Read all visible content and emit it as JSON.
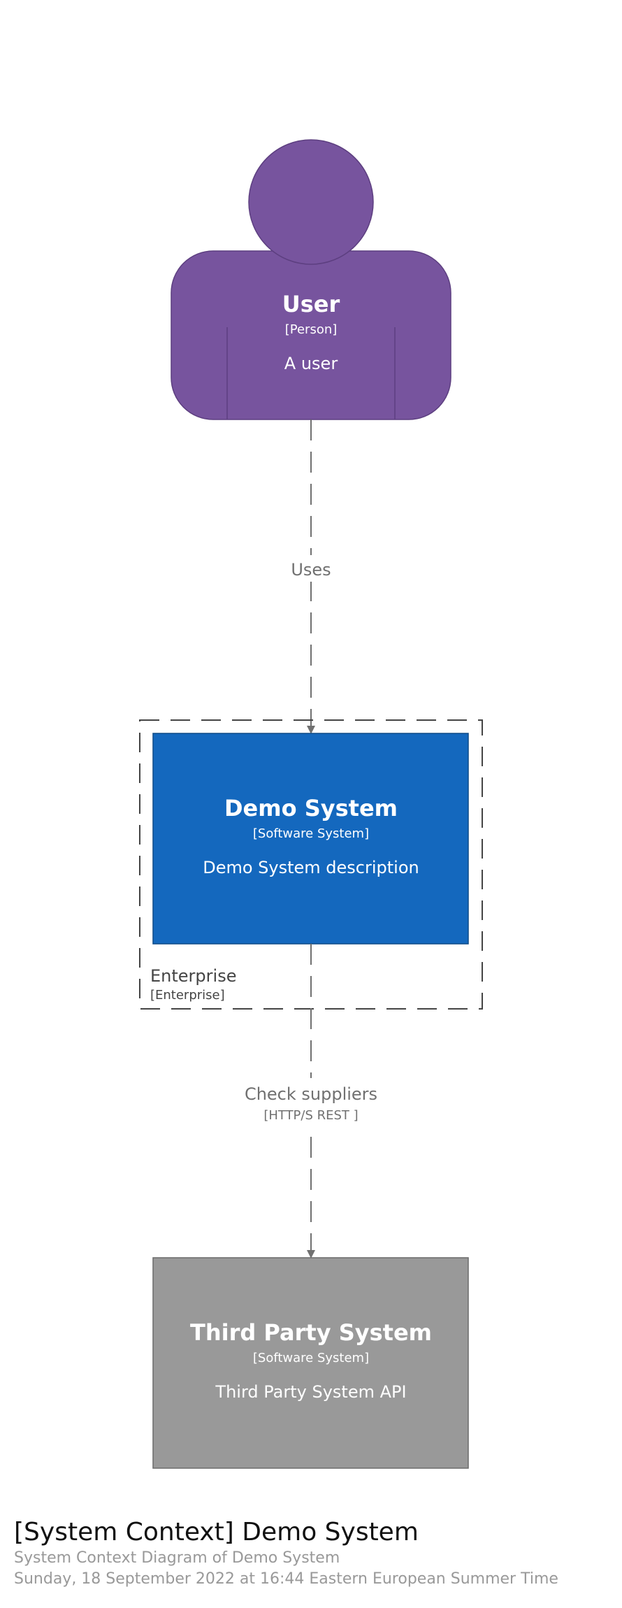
{
  "diagram": {
    "person": {
      "name": "User",
      "type": "[Person]",
      "description": "A user",
      "color": "#77549e"
    },
    "boundary": {
      "name": "Enterprise",
      "type": "[Enterprise]"
    },
    "system": {
      "name": "Demo System",
      "type": "[Software System]",
      "description": "Demo System description",
      "color": "#1468be"
    },
    "external": {
      "name": "Third Party System",
      "type": "[Software System]",
      "description": "Third Party System API",
      "color": "#999999"
    },
    "relations": {
      "uses": {
        "label": "Uses"
      },
      "check": {
        "label": "Check suppliers",
        "technology": "[HTTP/S REST ]"
      }
    }
  },
  "footer": {
    "title": "[System Context] Demo System",
    "description": "System Context Diagram of Demo System",
    "timestamp": "Sunday, 18 September 2022 at 16:44 Eastern European Summer Time"
  }
}
